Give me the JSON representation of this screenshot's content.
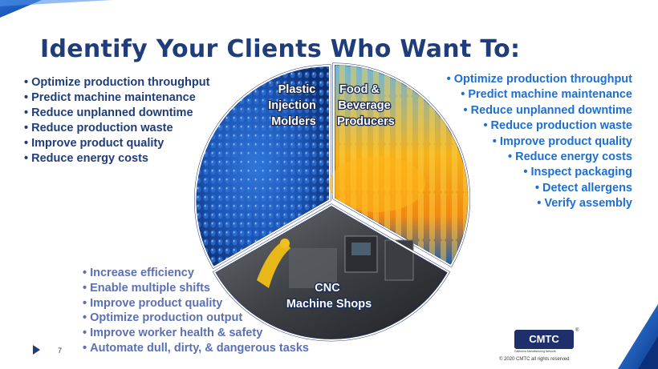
{
  "title": "Identify Your Clients Who Want To:",
  "left_list": [
    "Optimize production throughput",
    "Predict machine maintenance",
    "Reduce unplanned downtime",
    "Reduce production waste",
    "Improve product quality",
    "Reduce energy costs"
  ],
  "right_list": [
    "Optimize production throughput",
    "Predict machine maintenance",
    "Reduce unplanned downtime",
    "Reduce production waste",
    "Improve product quality",
    "Reduce energy costs",
    "Inspect packaging",
    "Detect allergens",
    "Verify assembly"
  ],
  "bottom_list": [
    "Increase efficiency",
    "Enable multiple shifts",
    "Improve product quality",
    "Optimize production output",
    "Improve worker health & safety",
    "Automate dull, dirty, & dangerous tasks"
  ],
  "segments": {
    "plastic": [
      "Plastic",
      "Injection",
      "Molders"
    ],
    "food": [
      "Food &",
      "Beverage",
      "Producers"
    ],
    "cnc": [
      "CNC",
      "Machine Shops"
    ]
  },
  "footer": {
    "page_number": "7",
    "logo": "CMTC",
    "logo_sub": "California Manufacturing Network",
    "copyright": "© 2020 CMTC all rights reserved"
  },
  "colors": {
    "title": "#1f3d7a",
    "left_text": "#1f3d7a",
    "right_text": "#1d6fd1",
    "bottom_text": "#5b6fb5",
    "accent_blue": "#1b4fa8"
  }
}
